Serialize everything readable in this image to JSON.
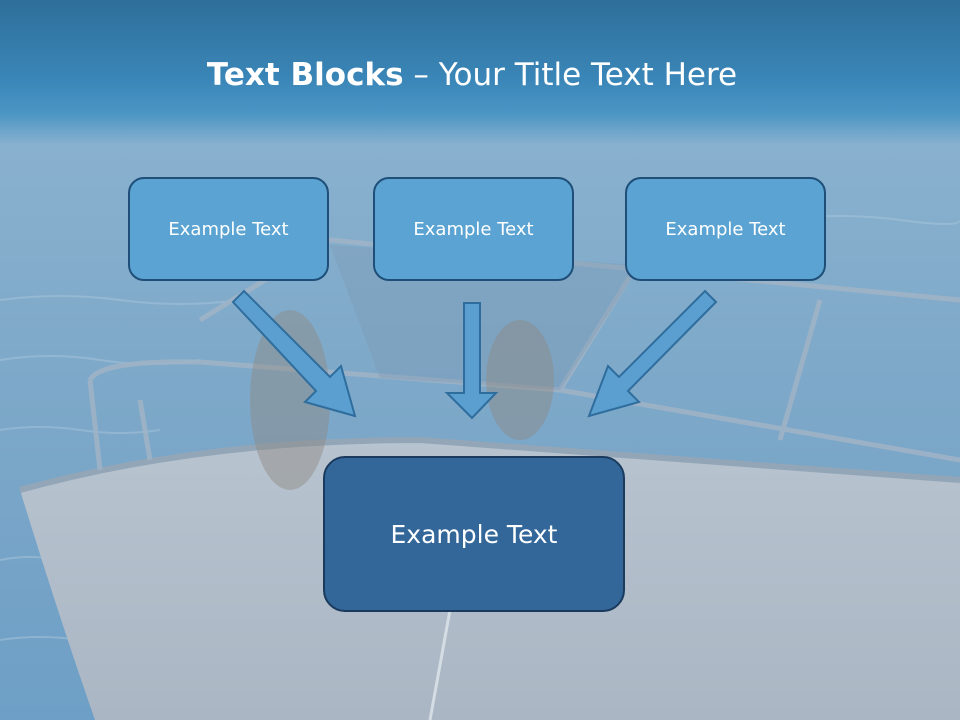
{
  "title": {
    "bold": "Text Blocks",
    "rest": " – Your Title Text Here"
  },
  "blocks": {
    "top": [
      "Example Text",
      "Example Text",
      "Example Text"
    ],
    "bottom": "Example Text"
  },
  "colors": {
    "title_band": "#3a86b8",
    "top_box_fill": "#5aa3d2",
    "top_box_border": "#1f4f78",
    "bottom_box_fill": "#336699",
    "bottom_box_border": "#1a3a5e",
    "arrow_fill": "#5a9fd0",
    "arrow_stroke": "#2f6d9d"
  }
}
